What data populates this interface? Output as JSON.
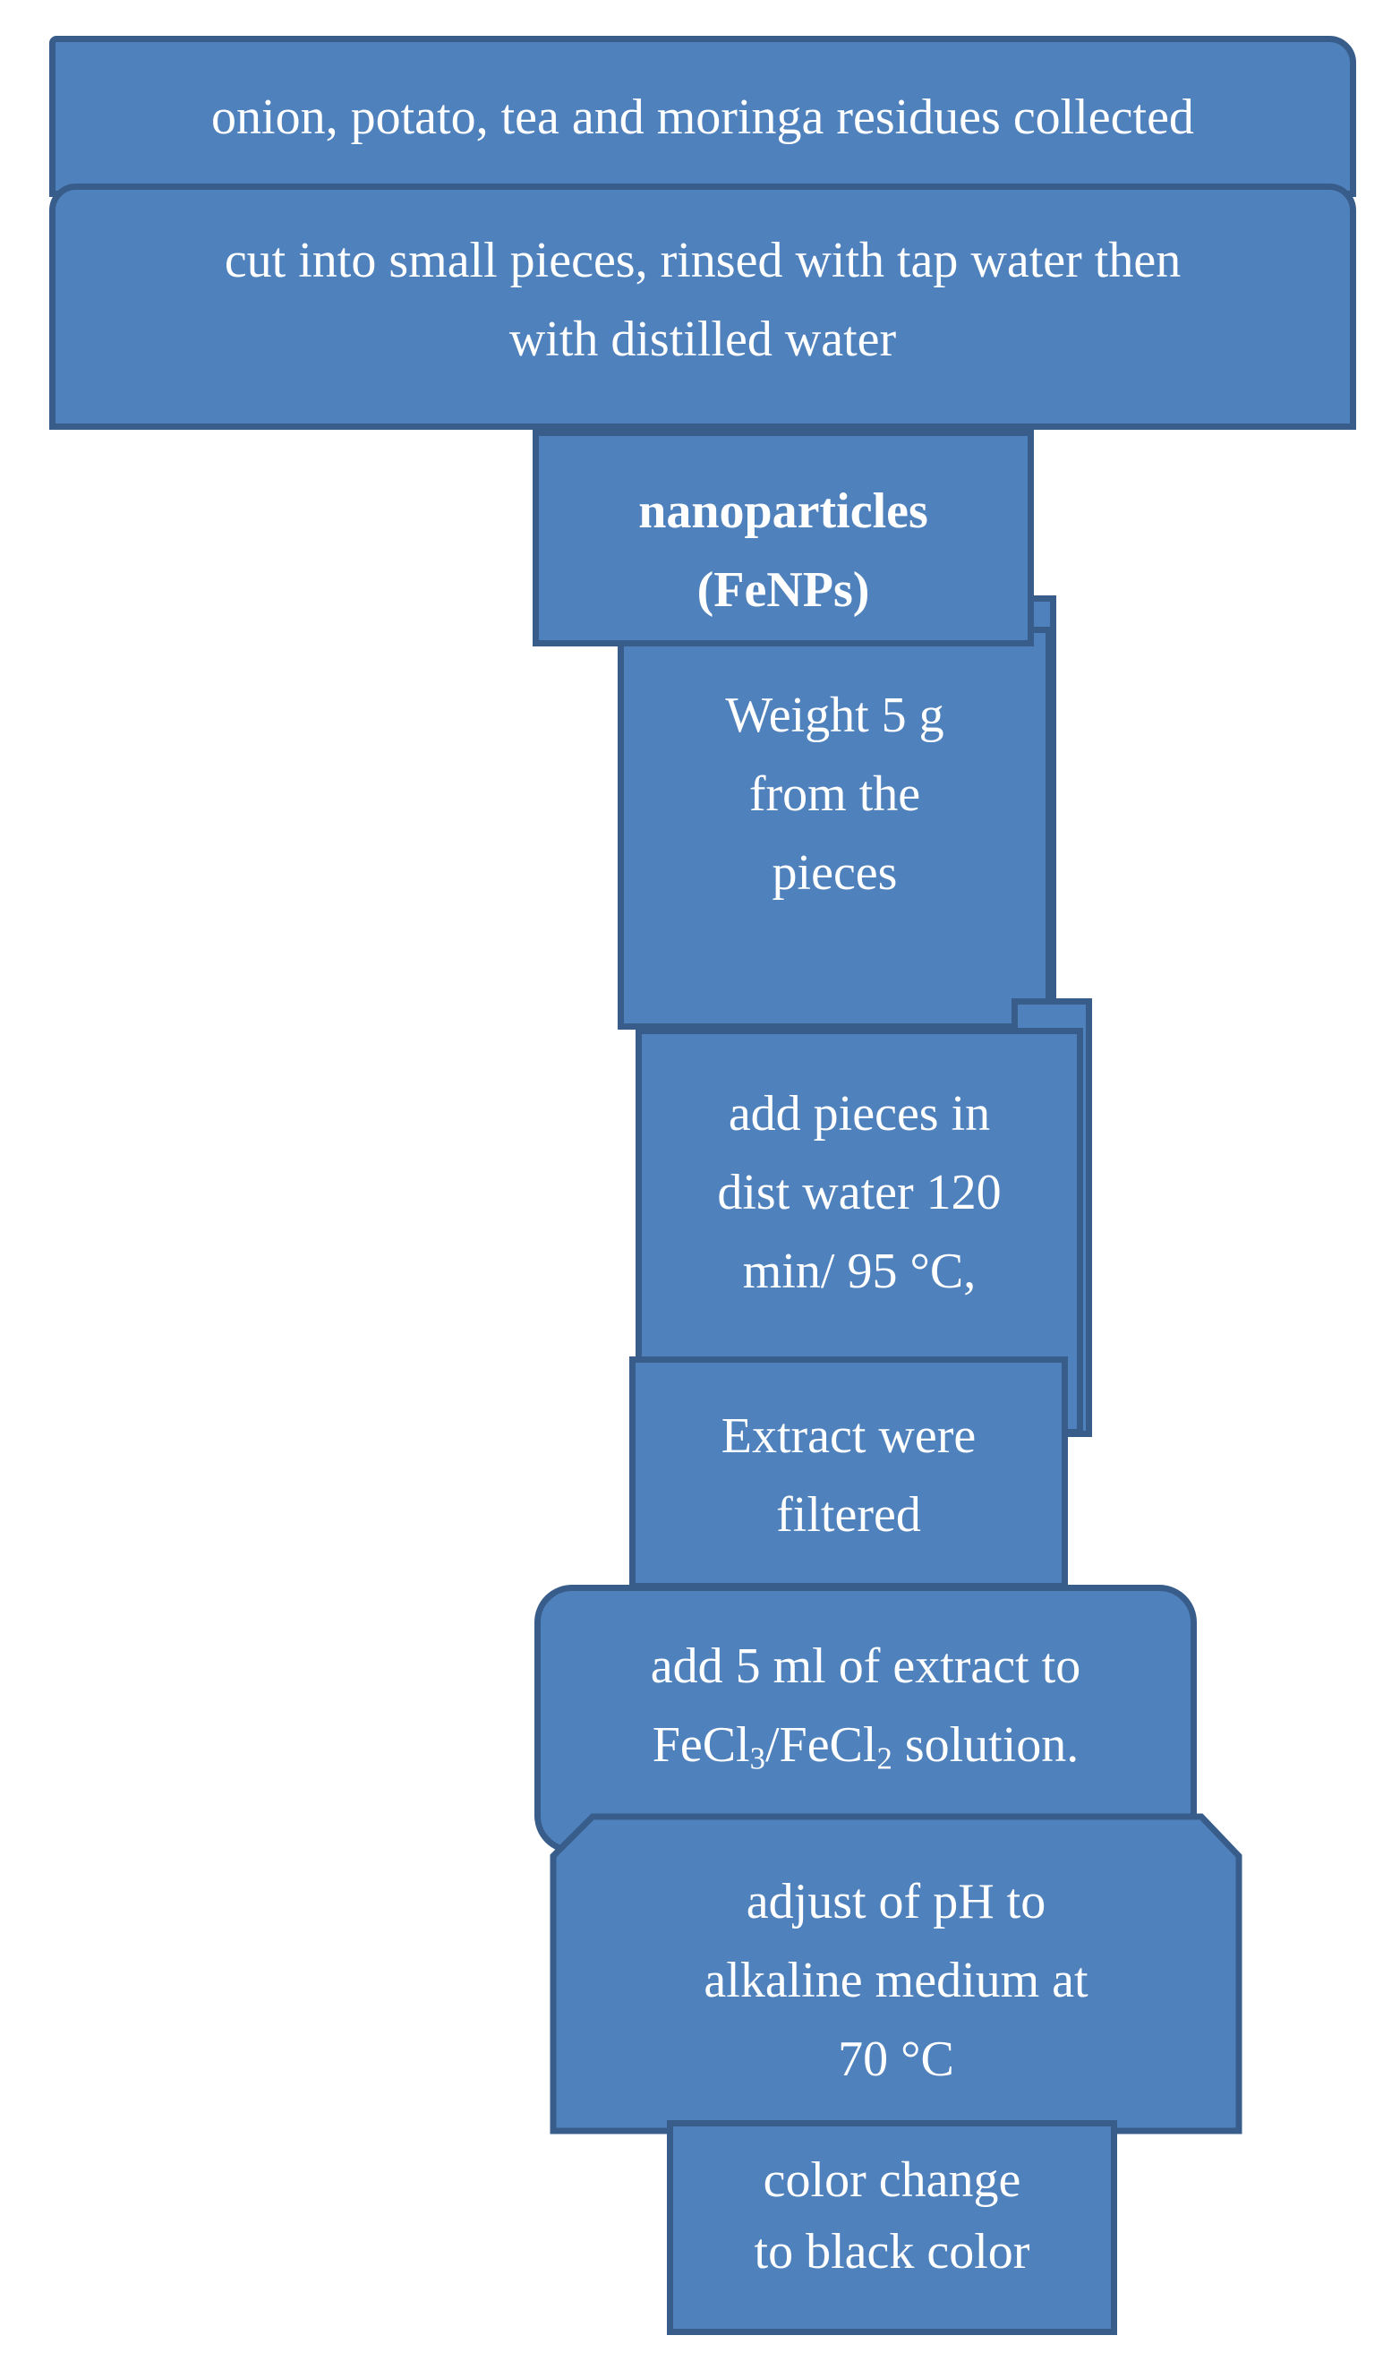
{
  "flowchart": {
    "steps": [
      {
        "id": "collect",
        "lines": [
          "onion, potato, tea and moringa residues collected"
        ]
      },
      {
        "id": "cut",
        "lines": [
          "cut into small pieces, rinsed with tap water then",
          "with distilled water"
        ]
      },
      {
        "id": "title",
        "lines": [
          "nanoparticles",
          "(FeNPs)"
        ]
      },
      {
        "id": "weight",
        "lines": [
          "Weight 5 g",
          "from the",
          "pieces"
        ]
      },
      {
        "id": "boil",
        "lines": [
          "add pieces in",
          "dist water 120",
          "min/ 95 °C,"
        ]
      },
      {
        "id": "filter",
        "lines": [
          "Extract were",
          "filtered"
        ]
      },
      {
        "id": "mix",
        "line1": "add 5 ml of extract to",
        "line2_a": "FeCl",
        "line2_sub1": "3",
        "line2_b": "/FeCl",
        "line2_sub2": "2",
        "line2_c": " solution."
      },
      {
        "id": "ph",
        "lines": [
          "adjust of pH to",
          "alkaline medium at",
          "70 °C"
        ]
      },
      {
        "id": "color",
        "lines": [
          "color change",
          "to black color"
        ]
      }
    ],
    "colors": {
      "fill": "#4f81bd",
      "border": "#385d8a",
      "text": "#ffffff"
    }
  }
}
